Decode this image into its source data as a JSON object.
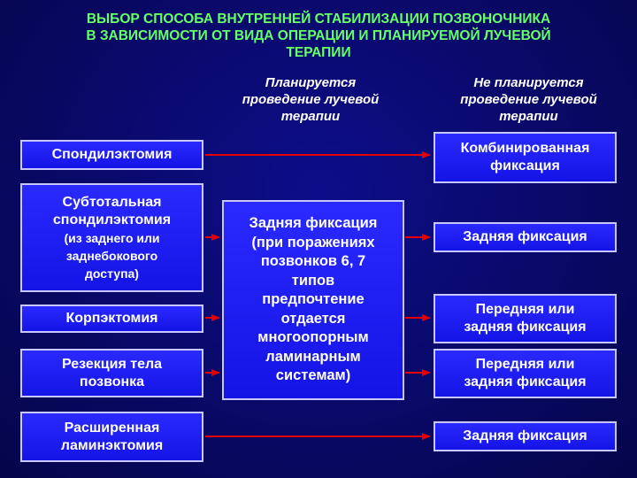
{
  "title": {
    "line1": "ВЫБОР СПОСОБА ВНУТРЕННЕЙ СТАБИЛИЗАЦИИ ПОЗВОНОЧНИКА",
    "line2": "В ЗАВИСИМОСТИ ОТ ВИДА ОПЕРАЦИИ И ПЛАНИРУЕМОЙ ЛУЧЕВОЙ",
    "line3": "ТЕРАПИИ"
  },
  "headers": {
    "planned": [
      "Планируется",
      "проведение лучевой",
      "терапии"
    ],
    "not_planned": [
      "Не планируется",
      "проведение лучевой",
      "терапии"
    ]
  },
  "operations": {
    "spondylectomy": "Спондилэктомия",
    "subtotal": {
      "line1": "Субтотальная",
      "line2": "спондилэктомия",
      "line3": "(из заднего или",
      "line4": "заднебокового",
      "line5": "доступа)"
    },
    "corpectomy": "Корпэктомия",
    "body_resection": [
      "Резекция тела",
      "позвонка"
    ],
    "laminectomy": [
      "Расширенная",
      "ламинэктомия"
    ]
  },
  "center": {
    "lines": [
      "Задняя фиксация",
      "(при поражениях",
      "позвонков 6, 7",
      "типов",
      "предпочтение",
      "отдается",
      "многоопорным",
      "ламинарным",
      "системам)"
    ]
  },
  "results": {
    "combined": [
      "Комбинированная",
      "фиксация"
    ],
    "posterior1": "Задняя фиксация",
    "ant_post1": [
      "Передняя или",
      "задняя фиксация"
    ],
    "ant_post2": [
      "Передняя или",
      "задняя фиксация"
    ],
    "posterior2": "Задняя фиксация"
  },
  "colors": {
    "background": "#0a0a6e",
    "title": "#66ff66",
    "box_fill": "#1e1ef0",
    "box_border": "#c8c8ff",
    "arrow": "#e60000"
  }
}
